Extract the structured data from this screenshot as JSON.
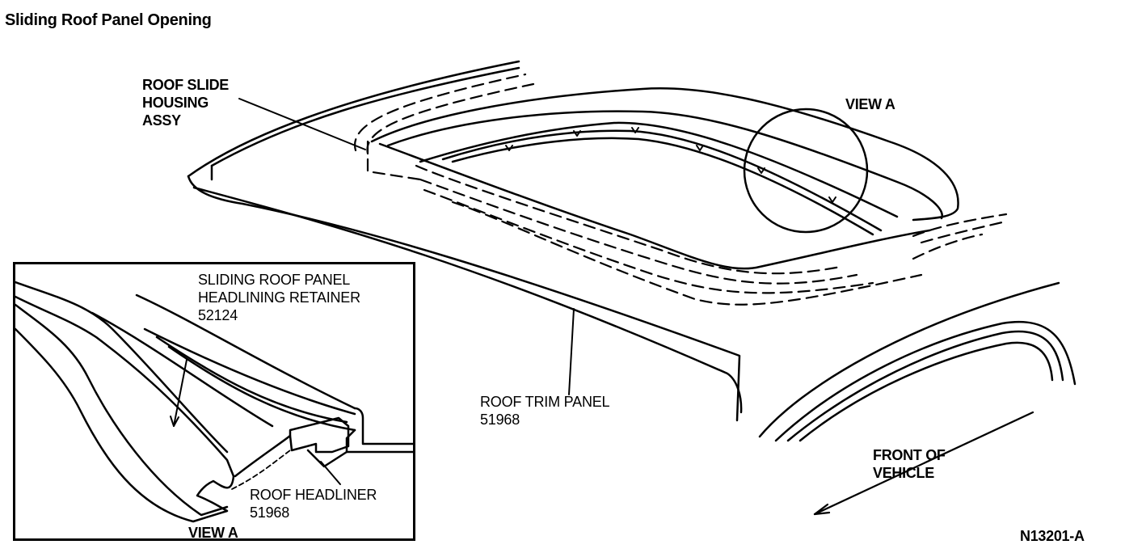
{
  "title": "Sliding Roof Panel Opening",
  "labels": {
    "roof_slide_housing": "ROOF SLIDE\nHOUSING\nASSY",
    "view_a_callout": "VIEW A",
    "roof_trim_panel": "ROOF TRIM PANEL\n51968",
    "front_of_vehicle": "FRONT OF\nVEHICLE",
    "figure_number": "N13201-A"
  },
  "inset": {
    "retainer": "SLIDING ROOF PANEL\nHEADLINING RETAINER\n52124",
    "headliner": "ROOF HEADLINER\n51968",
    "caption": "VIEW A"
  }
}
